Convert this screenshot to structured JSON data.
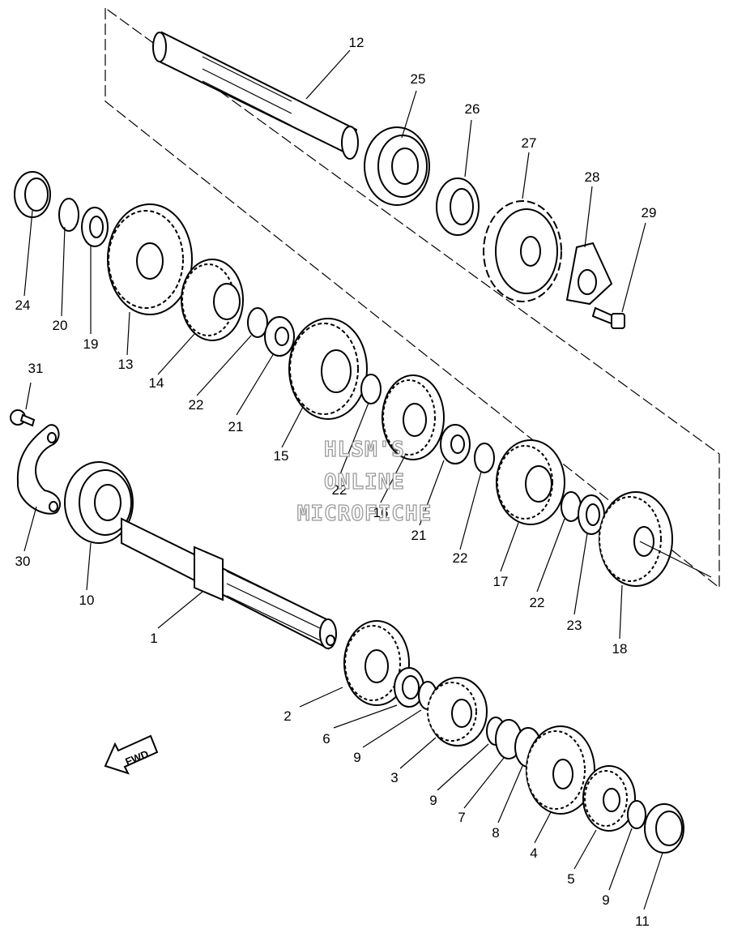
{
  "diagram": {
    "watermark": [
      "HLSM'S",
      "ONLINE",
      "MICROFICHE"
    ],
    "fwd_label": "FWD",
    "callouts": [
      "12",
      "25",
      "26",
      "27",
      "28",
      "29",
      "24",
      "20",
      "19",
      "13",
      "14",
      "22",
      "21",
      "15",
      "22",
      "16",
      "21",
      "22",
      "17",
      "22",
      "23",
      "18",
      "31",
      "30",
      "10",
      "1",
      "2",
      "6",
      "9",
      "3",
      "9",
      "7",
      "8",
      "4",
      "5",
      "9",
      "11"
    ]
  }
}
